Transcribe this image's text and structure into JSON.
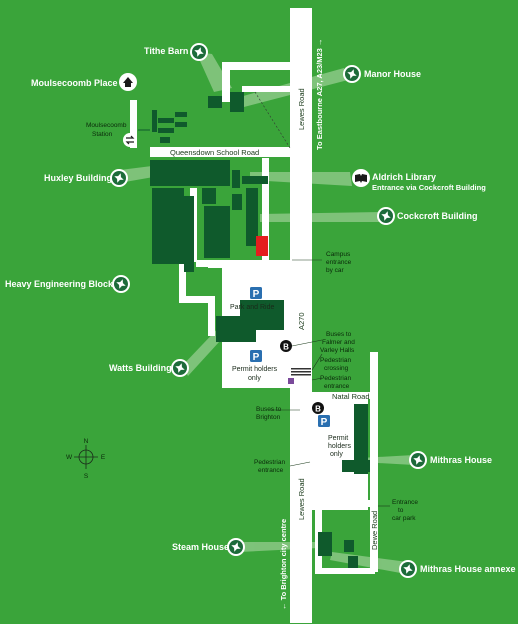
{
  "roads": {
    "a270": "A270",
    "lewes_road_north": "Lewes Road",
    "lewes_road_south": "Lewes Road",
    "queensdown": "Queensdown School Road",
    "natal": "Natal Road",
    "dewe": "Dewe Road",
    "to_eastbourne": "To Eastbourne A27, A23/M23 →",
    "to_brighton": "← To Brighton city centre"
  },
  "buildings": {
    "tithe_barn": "Tithe Barn",
    "moulsecoomb_place": "Moulsecoomb Place",
    "manor_house": "Manor House",
    "huxley": "Huxley Building",
    "aldrich_library": "Aldrich Library",
    "aldrich_sub": "Entrance via Cockcroft Building",
    "cockcroft": "Cockcroft Building",
    "heavy_engineering": "Heavy Engineering Block",
    "watts": "Watts Building",
    "mithras": "Mithras House",
    "steam": "Steam House",
    "mithras_annexe": "Mithras House annexe"
  },
  "labels": {
    "moulsecoomb_station_1": "Moulsecoomb",
    "moulsecoomb_station_2": "Station",
    "campus_entrance_1": "Campus",
    "campus_entrance_2": "entrance",
    "campus_entrance_3": "by car",
    "park_and_ride": "Park and Ride",
    "permit_1": "Permit holders",
    "permit_2": "only",
    "permit2_1": "Permit",
    "permit2_2": "holders",
    "permit2_3": "only",
    "buses_falmer_1": "Buses to",
    "buses_falmer_2": "Falmer and",
    "buses_falmer_3": "Varley Halls",
    "ped_crossing_1": "Pedestrian",
    "ped_crossing_2": "crossing",
    "ped_entrance_1": "Pedestrian",
    "ped_entrance_2": "entrance",
    "buses_brighton_1": "Buses to",
    "buses_brighton_2": "Brighton",
    "ped_entrance2_1": "Pedestrian",
    "ped_entrance2_2": "entrance",
    "car_park_entrance_1": "Entrance",
    "car_park_entrance_2": "to",
    "car_park_entrance_3": "car park"
  },
  "icons": {
    "parking": "P",
    "bus": "B"
  },
  "compass": {
    "n": "N",
    "s": "S",
    "e": "E",
    "w": "W"
  },
  "colors": {
    "background": "#3aa43a",
    "building": "#0f5a2c",
    "road": "#ffffff",
    "highlight": "#e41e1e"
  }
}
